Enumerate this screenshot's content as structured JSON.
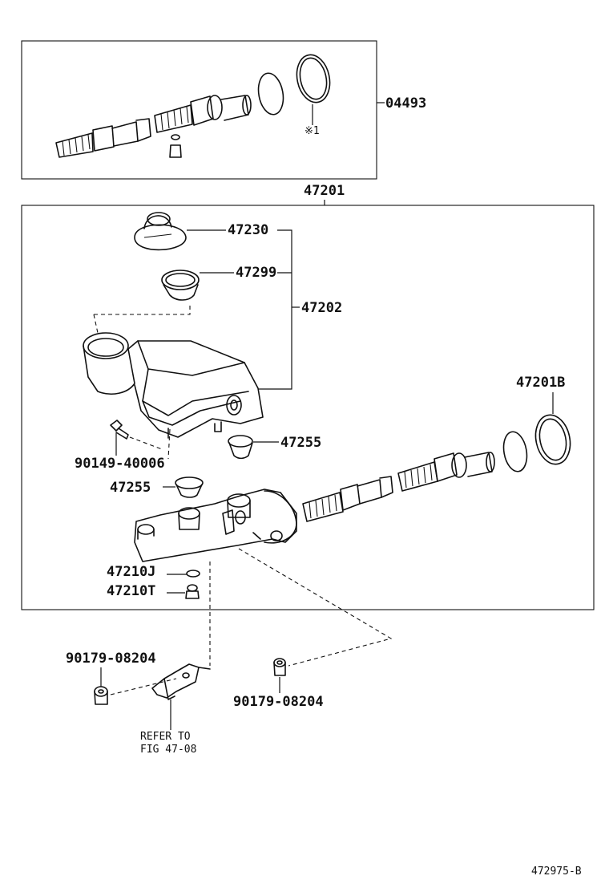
{
  "labels": {
    "kit_04493": "04493",
    "note_mark": "※1",
    "assy_47201": "47201",
    "cap_47230": "47230",
    "strainer_47299": "47299",
    "reservoir_47202": "47202",
    "kit_47201b": "47201B",
    "grommet_47255_a": "47255",
    "bolt_90149": "90149-40006",
    "grommet_47255_b": "47255",
    "gasket_47210j": "47210J",
    "plug_47210t": "47210T",
    "nut_90179_left": "90179-08204",
    "nut_90179_right": "90179-08204",
    "refer_line1": "REFER TO",
    "refer_line2": "FIG 47-08",
    "figure_code": "472975-B"
  }
}
